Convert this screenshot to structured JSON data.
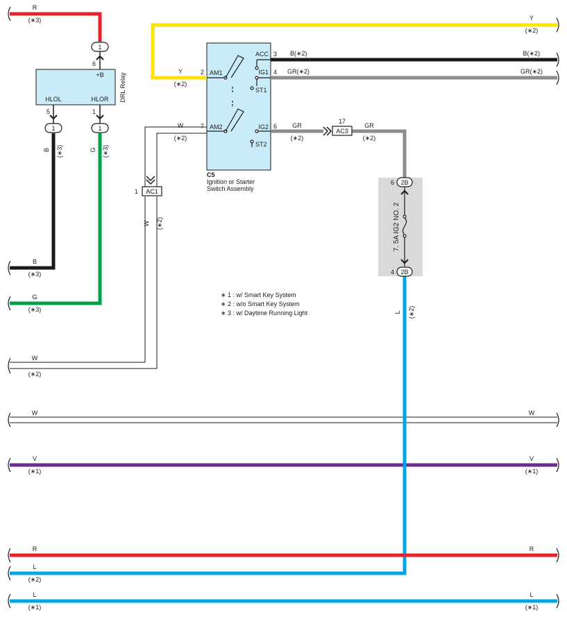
{
  "colors": {
    "red": "#e8212b",
    "yellow": "#ffe000",
    "black": "#1a1a1a",
    "gray": "#8c8c8c",
    "green": "#00a14b",
    "blue": "#00a5e3",
    "purple": "#6b2c91",
    "white_wire": "#ffffff",
    "component_fill": "#c9ecf8",
    "fuse_box_fill": "#d9d9d9"
  },
  "relay": {
    "name": "DRL Relay",
    "terminals": {
      "b": "+B",
      "hlol": "HLOL",
      "hlor": "HLOR"
    },
    "pins": {
      "b": "6",
      "hlol": "5",
      "hlor": "1"
    },
    "connector_labels": {
      "b": "1",
      "hlol": "1",
      "hlor": "1"
    }
  },
  "switch": {
    "code": "C5",
    "title_line1": "Ignition or Starter",
    "title_line2": "Switch Assembly",
    "terminals": {
      "am1": "AM1",
      "am2": "AM2",
      "acc": "ACC",
      "ig1": "IG1",
      "st1": "ST1",
      "ig2": "IG2",
      "st2": "ST2"
    },
    "pins": {
      "am1": "2",
      "am2": "7",
      "acc": "3",
      "ig1": "4",
      "ig2": "6"
    }
  },
  "connectors": {
    "ac1": {
      "label": "AC1",
      "pin": "1"
    },
    "ac3": {
      "label": "AC3",
      "pin": "17"
    }
  },
  "fuse": {
    "label": "7. 5A IG2 NO. 2",
    "top_connector": "2B",
    "top_pin": "6",
    "bottom_connector": "2B",
    "bottom_pin": "4"
  },
  "wires": {
    "r_top": {
      "color": "R",
      "note": "(∗3)"
    },
    "y_top": {
      "color": "Y",
      "note": "(∗2)"
    },
    "y_am1": {
      "color": "Y",
      "note": "(∗2)"
    },
    "w_am2": {
      "color": "W",
      "note": "(∗2)"
    },
    "b_acc": {
      "color": "B(∗2)",
      "right": "B(∗2)"
    },
    "gr_ig1": {
      "color": "GR(∗2)",
      "right": "GR(∗2)"
    },
    "gr_ig2": {
      "color": "GR",
      "note": "(∗2)"
    },
    "gr_ac3": {
      "color": "GR",
      "note": "(∗2)"
    },
    "b_hlol": {
      "color": "B",
      "note": "(∗3)"
    },
    "g_hlor": {
      "color": "G",
      "note": "(∗3)"
    },
    "w_ac1": {
      "color": "W",
      "note": "(∗2)"
    },
    "l_fuse": {
      "color": "L",
      "note": "(∗2)"
    },
    "b_left": {
      "color": "B",
      "note": "(∗3)"
    },
    "g_left": {
      "color": "G",
      "note": "(∗3)"
    },
    "w_row1": {
      "color": "W",
      "note": "(∗2)"
    },
    "w_row2": {
      "left": "W",
      "right": "W"
    },
    "v_row": {
      "left": "V",
      "left_note": "(∗1)",
      "right": "V",
      "right_note": "(∗1)"
    },
    "r_row": {
      "left": "R",
      "right": "R"
    },
    "l_row1": {
      "left": "L",
      "left_note": "(∗2)"
    },
    "l_row2": {
      "left": "L",
      "left_note": "(∗1)",
      "right": "L",
      "right_note": "(∗1)"
    }
  },
  "legend": [
    "∗ 1 : w/ Smart Key System",
    "∗ 2 : w/o Smart Key System",
    "∗ 3 : w/ Daytime Running Light"
  ]
}
